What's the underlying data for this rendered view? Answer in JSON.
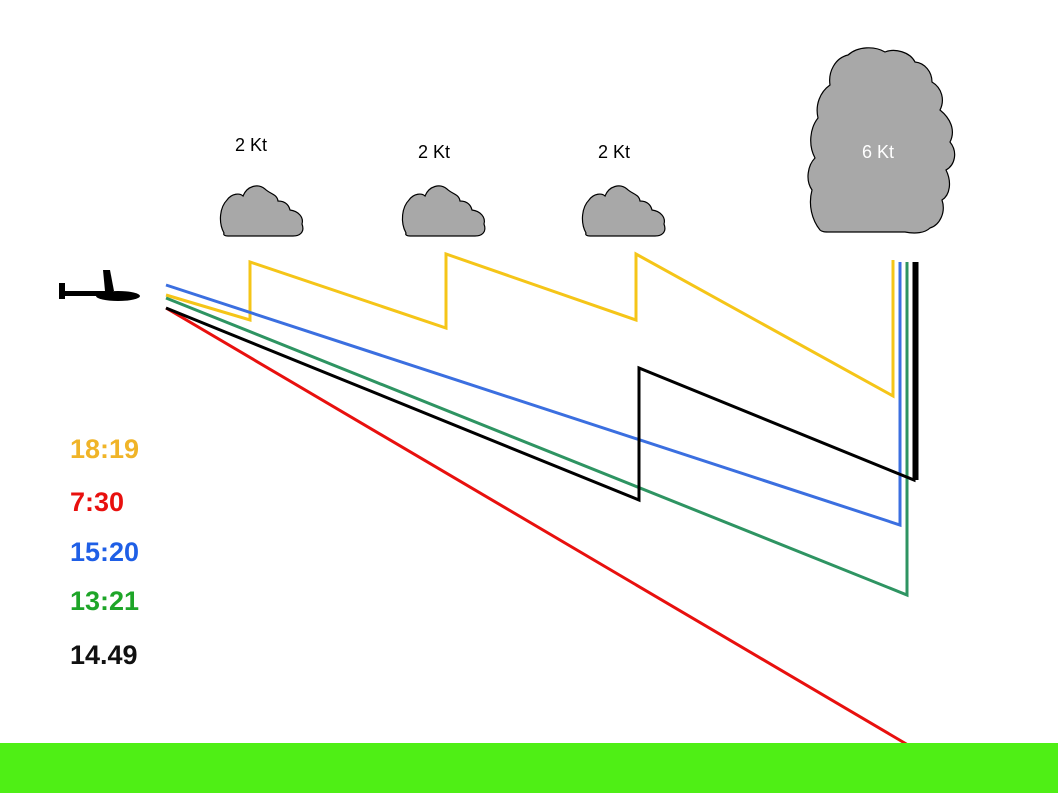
{
  "clouds": [
    {
      "label": "2 Kt",
      "size": "small"
    },
    {
      "label": "2 Kt",
      "size": "small"
    },
    {
      "label": "2 Kt",
      "size": "small"
    },
    {
      "label": "6 Kt",
      "size": "large"
    }
  ],
  "paths": [
    {
      "color": "#F5C518",
      "time": "18:19"
    },
    {
      "color": "#E8100E",
      "time": "7:30"
    },
    {
      "color": "#3B6FE0",
      "time": "15:20"
    },
    {
      "color": "#2E9462",
      "time": "13:21"
    },
    {
      "color": "#000000",
      "time": "14.49"
    }
  ],
  "label_colors": {
    "yellow": "#F0B428",
    "red": "#E8100E",
    "blue": "#1F5FE6",
    "green": "#1EA528",
    "black": "#111111"
  },
  "cloud_color": "#A8A8A8",
  "ground_color": "#4FEF15",
  "icons": {
    "glider": "glider-icon"
  }
}
